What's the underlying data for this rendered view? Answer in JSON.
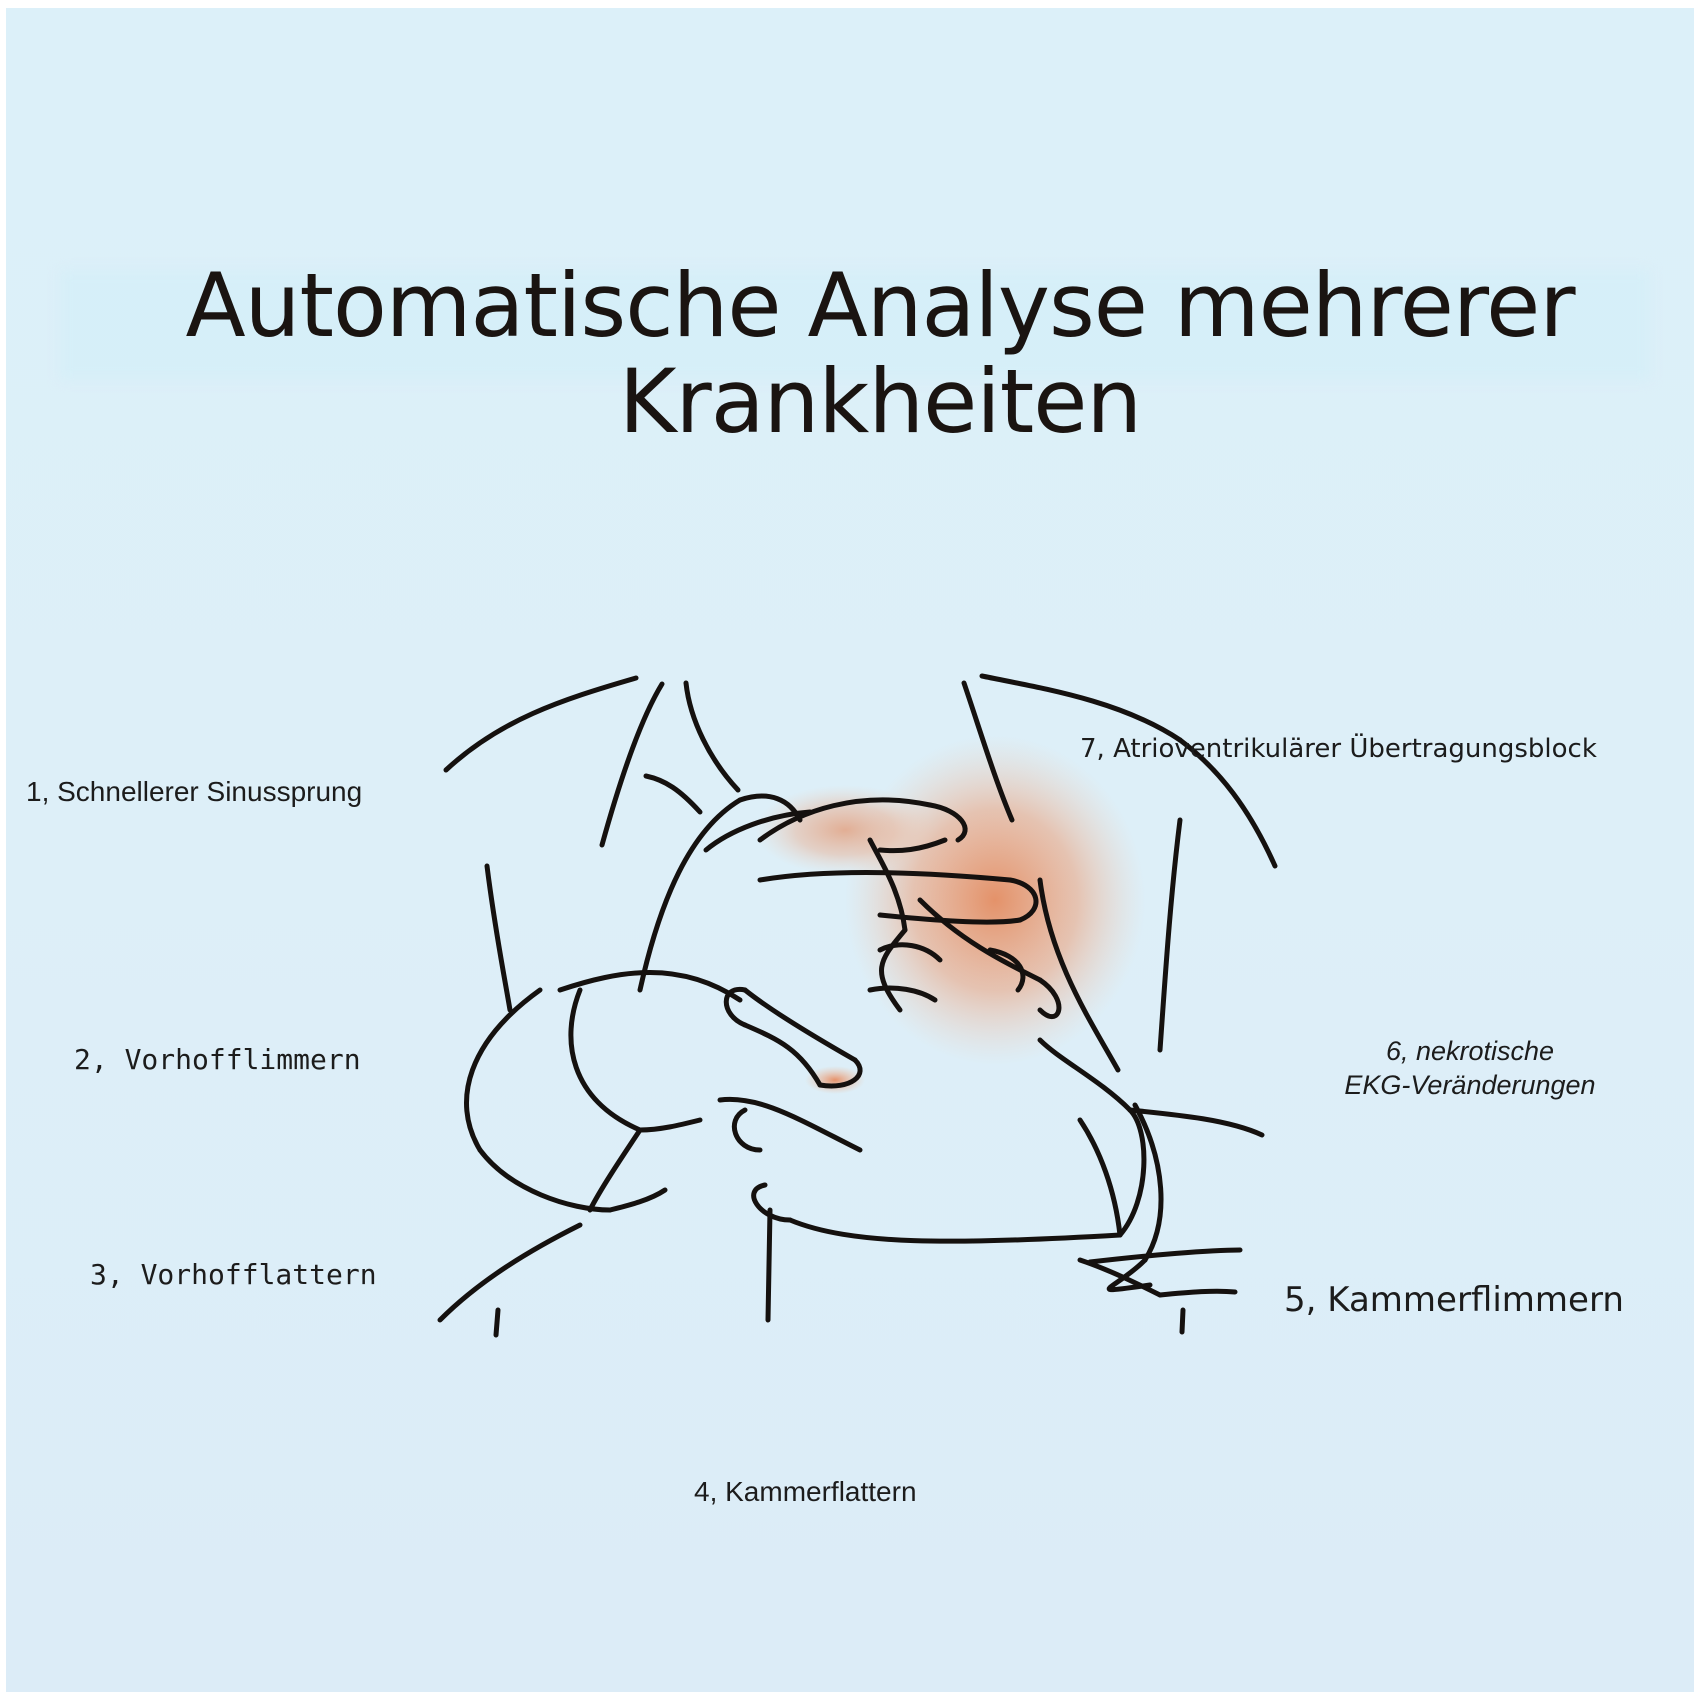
{
  "title": {
    "line1": "Automatische Analyse mehrerer",
    "line2": "Krankheiten"
  },
  "labels": {
    "item1": "1, Schnellerer Sinussprung",
    "item2": "2, Vorhofflimmern",
    "item3": "3, Vorhofflattern",
    "item4": "4, Kammerflattern",
    "item5": "5, Kammerflimmern",
    "item6_line1": "6, nekrotische",
    "item6_line2": "EKG-Veränderungen",
    "item7": "7, Atrioventrikulärer Übertragungsblock"
  },
  "colors": {
    "background": "#dcf0f9",
    "ink": "#1a1411",
    "pain_glow": "#e8a27e"
  },
  "illustration": {
    "icon": "chest-pain-hands-icon"
  }
}
